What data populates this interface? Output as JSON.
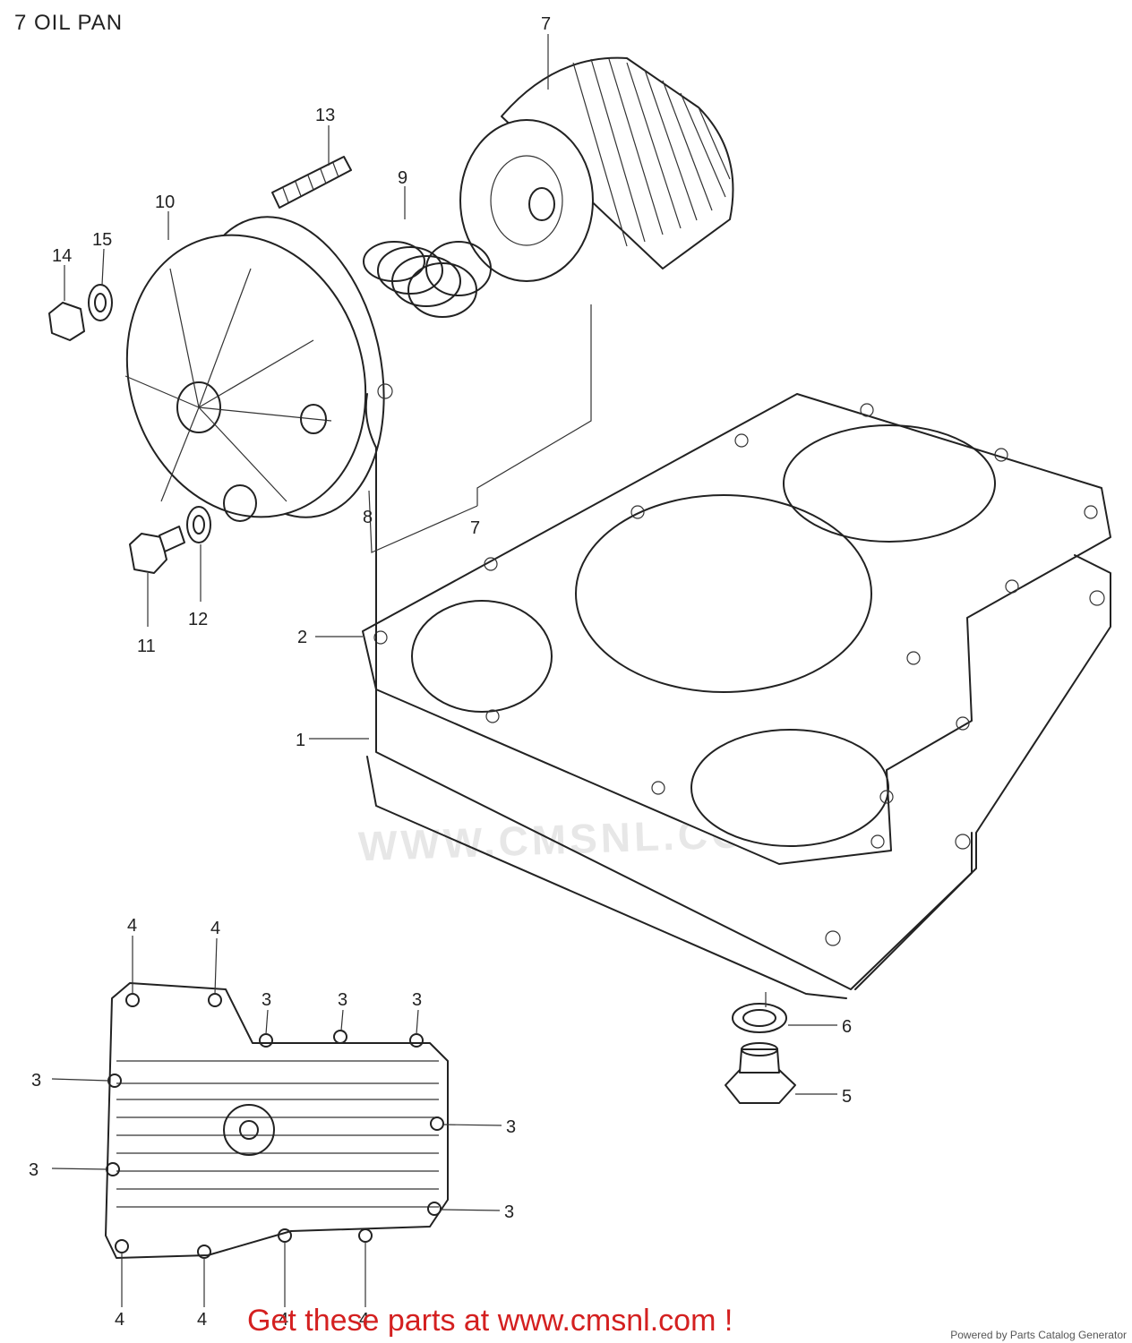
{
  "header": {
    "title": "7 OIL PAN"
  },
  "watermark": {
    "text": "WWW.CMSNL.COM"
  },
  "parts": [
    {
      "key": "p1",
      "label": "1"
    },
    {
      "key": "p2",
      "label": "2"
    },
    {
      "key": "p3",
      "label": "3"
    },
    {
      "key": "p4",
      "label": "4"
    },
    {
      "key": "p5",
      "label": "5"
    },
    {
      "key": "p6",
      "label": "6"
    },
    {
      "key": "p7",
      "label": "7"
    },
    {
      "key": "p8",
      "label": "8"
    },
    {
      "key": "p9",
      "label": "9"
    },
    {
      "key": "p10",
      "label": "10"
    },
    {
      "key": "p11",
      "label": "11"
    },
    {
      "key": "p12",
      "label": "12"
    },
    {
      "key": "p13",
      "label": "13"
    },
    {
      "key": "p14",
      "label": "14"
    },
    {
      "key": "p15",
      "label": "15"
    }
  ],
  "footer": {
    "cta": "Get these parts at www.cmsnl.com !",
    "powered_by": "Powered by Parts Catalog Generator"
  }
}
